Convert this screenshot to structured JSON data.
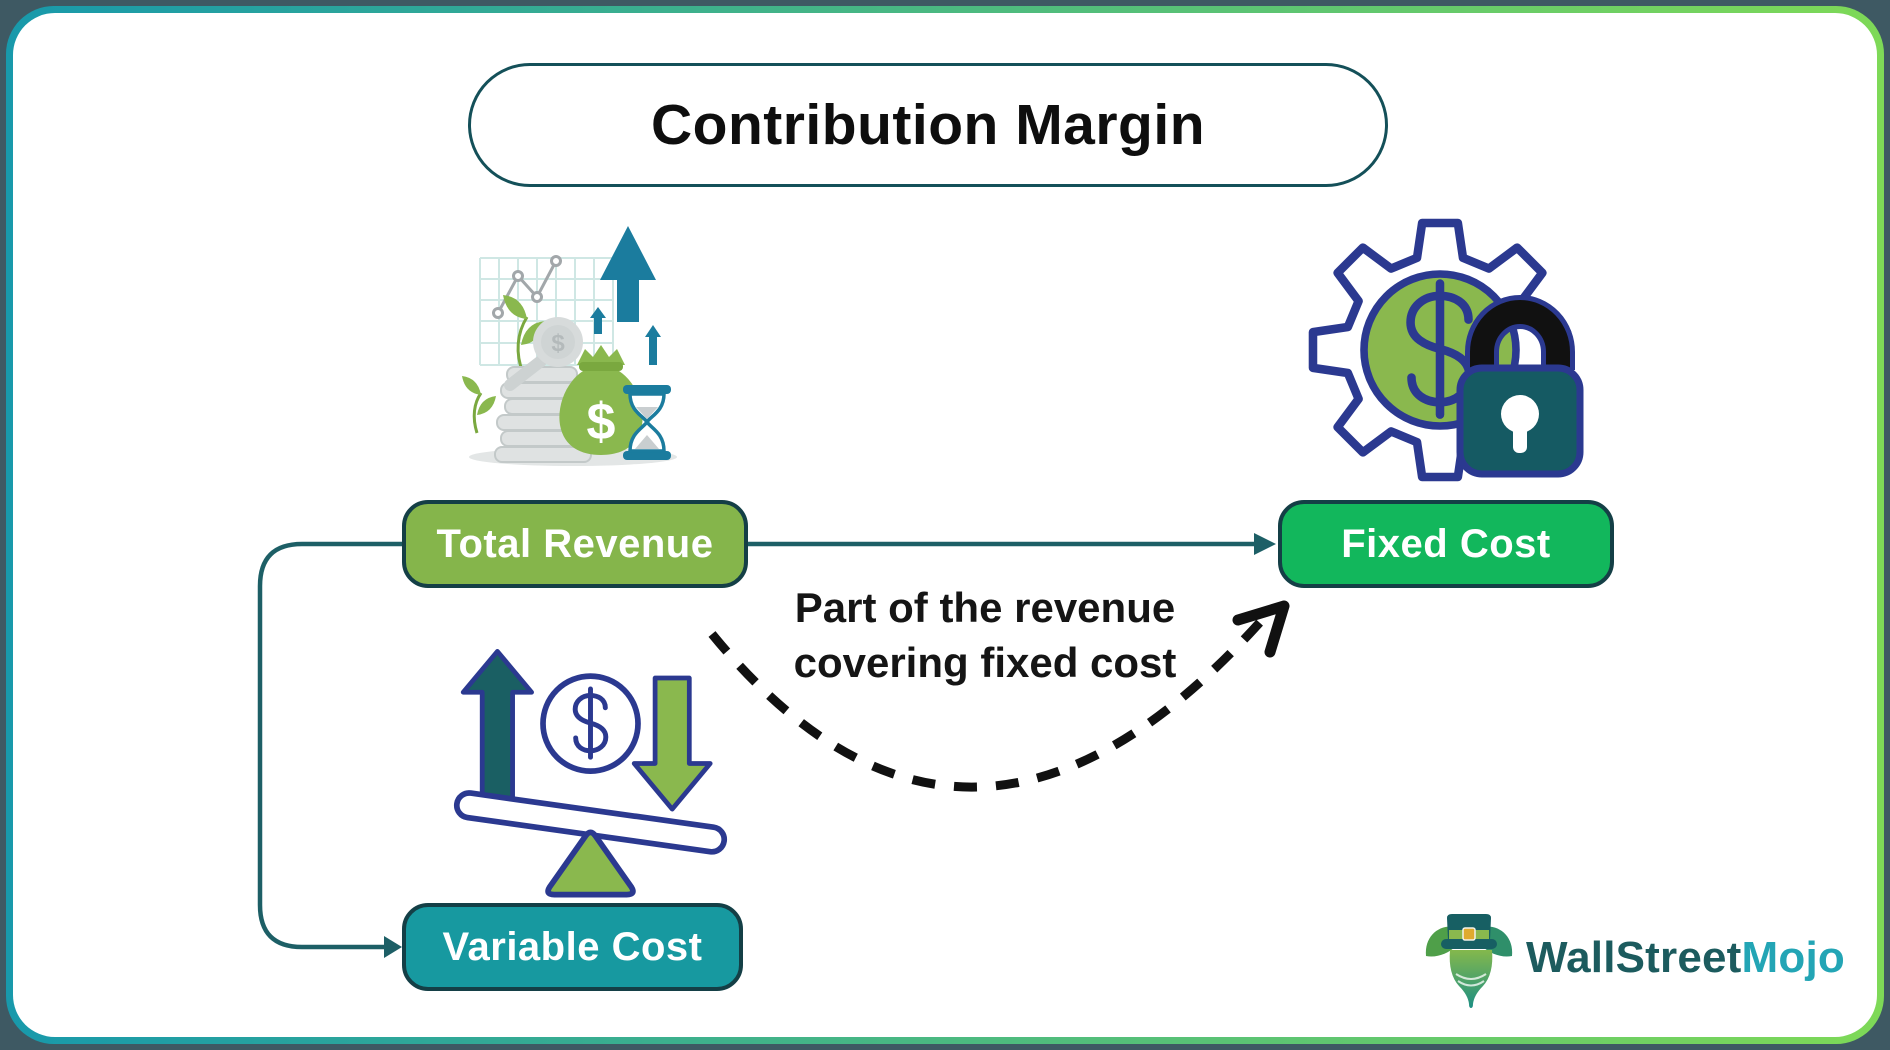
{
  "page": {
    "outer_background": "#3e5963",
    "card_background": "#ffffff",
    "border_gradient_left": "#1899ab",
    "border_gradient_right": "#7ed957"
  },
  "title": {
    "text": "Contribution Margin"
  },
  "nodes": {
    "total_revenue": {
      "label": "Total Revenue",
      "fill": "#85b54b",
      "border": "#143f46"
    },
    "fixed_cost": {
      "label": "Fixed Cost",
      "fill": "#12b75c",
      "border": "#143f46"
    },
    "variable_cost": {
      "label": "Variable Cost",
      "fill": "#1799a0",
      "border": "#143f46"
    }
  },
  "annotation": {
    "line1": "Part of the revenue",
    "line2": "covering fixed cost"
  },
  "connectors": {
    "line_color": "#1d5f66",
    "dashed_arrow_color": "#111111"
  },
  "glyphs": {
    "dollar": "$"
  },
  "icons": [
    "money-growth-illustration",
    "gear-dollar-lock-illustration",
    "balance-scale-illustration",
    "hourglass-icon",
    "money-bag-icon",
    "magnifier-coin-icon",
    "wallstreetmojo-bull-logo"
  ],
  "logo": {
    "part1": "WallStreet",
    "part2": "Mojo",
    "part1_color": "#1c5b5e",
    "part2_color": "#23a5b5"
  }
}
